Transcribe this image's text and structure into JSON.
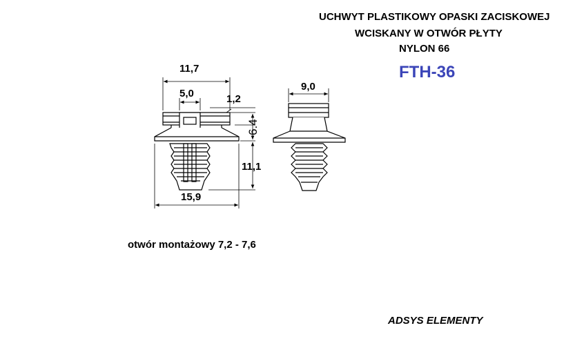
{
  "title": {
    "line1": "UCHWYT PLASTIKOWY OPASKI ZACISKOWEJ",
    "line2": "WCISKANY W OTWÓR PŁYTY",
    "line3": "NYLON 66"
  },
  "product_code": "FTH-36",
  "dimensions": {
    "top_width": "11,7",
    "slot_width": "5,0",
    "head_thickness": "1,2",
    "head_height": "6.4",
    "stem_length": "11,1",
    "flange_width": "15,9",
    "side_width": "9,0"
  },
  "mounting_hole": "otwór montażowy 7,2 - 7,6",
  "brand": "ADSYS ELEMENTY",
  "colors": {
    "code": "#3b45b8",
    "line": "#000000"
  }
}
